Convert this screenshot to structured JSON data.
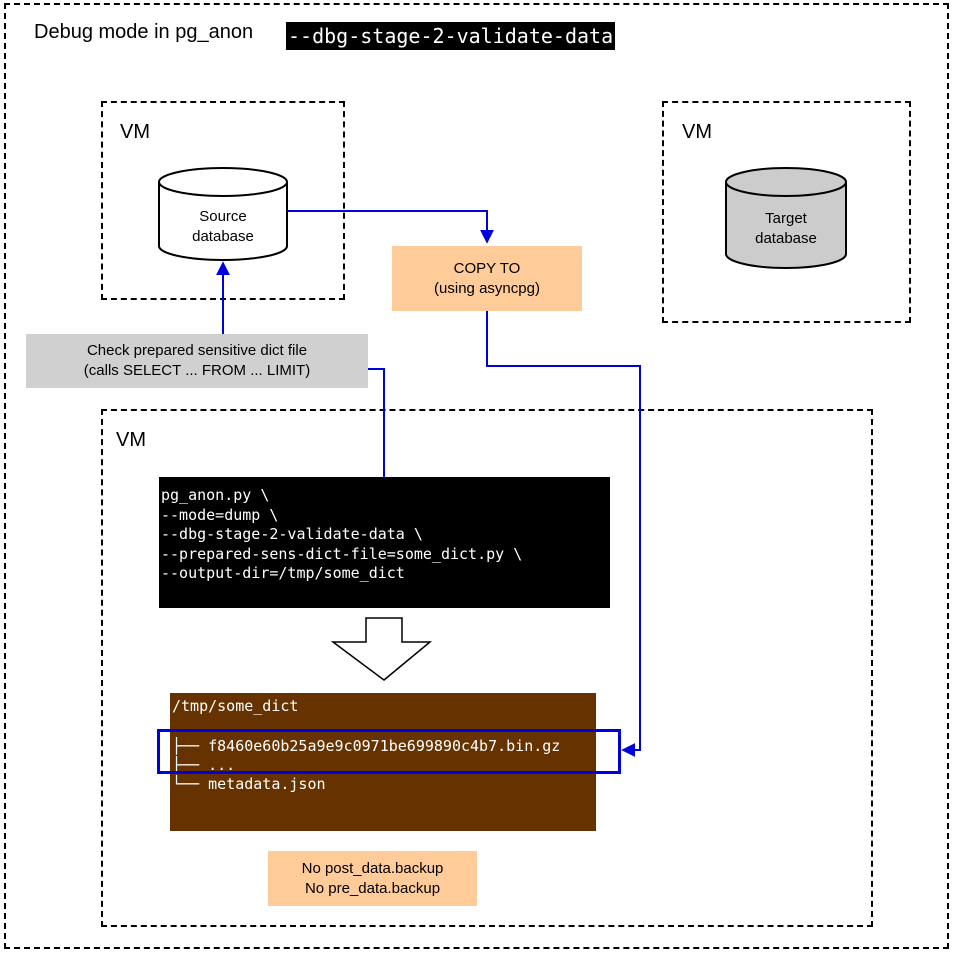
{
  "title": {
    "prefix": "Debug mode in pg_anon",
    "flag": "--dbg-stage-2-validate-data"
  },
  "source_vm": {
    "label": "VM",
    "db_line1": "Source",
    "db_line2": "database"
  },
  "target_vm": {
    "label": "VM",
    "db_line1": "Target",
    "db_line2": "database"
  },
  "copy_to": {
    "line1": "COPY TO",
    "line2": "(using asyncpg)"
  },
  "check_dict": {
    "line1": "Check prepared sensitive dict file",
    "line2": "(calls SELECT ... FROM ... LIMIT)"
  },
  "local_vm": {
    "label": "VM"
  },
  "command": {
    "lines": [
      "pg_anon.py \\",
      "--mode=dump \\",
      "--dbg-stage-2-validate-data \\",
      "--prepared-sens-dict-file=some_dict.py \\",
      "--output-dir=/tmp/some_dict"
    ]
  },
  "output_dir": {
    "path": "/tmp/some_dict",
    "entries": [
      "├── f8460e60b25a9e9c0971be699890c4b7.bin.gz",
      "├── ...",
      "└── metadata.json"
    ]
  },
  "note": {
    "line1": "No post_data.backup",
    "line2": "No pre_data.backup"
  },
  "colors": {
    "arrow": "#0000dd",
    "copy_box": "#ffcc99",
    "check_box": "#d0d0d0",
    "output_box": "#663300",
    "target_db": "#cccccc"
  }
}
